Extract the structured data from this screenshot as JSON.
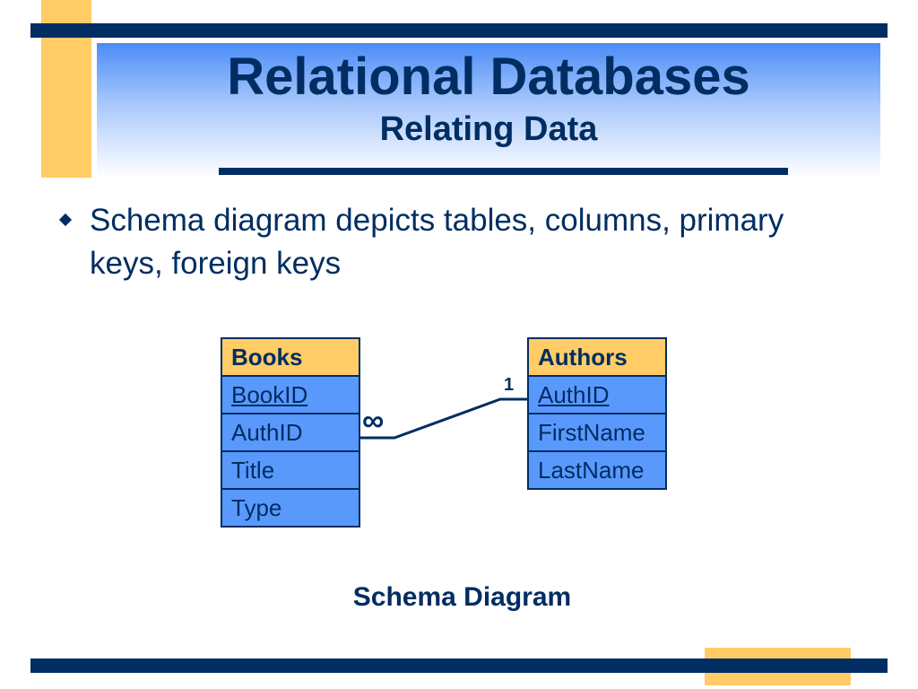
{
  "slide": {
    "title": "Relational Databases",
    "subtitle": "Relating Data",
    "bullet": "Schema diagram depicts tables, columns, primary keys, foreign keys",
    "caption": "Schema Diagram"
  },
  "schema": {
    "tables": [
      {
        "name": "Books",
        "columns": [
          {
            "label": "BookID",
            "primary_key": true
          },
          {
            "label": "AuthID",
            "primary_key": false
          },
          {
            "label": "Title",
            "primary_key": false
          },
          {
            "label": "Type",
            "primary_key": false
          }
        ]
      },
      {
        "name": "Authors",
        "columns": [
          {
            "label": "AuthID",
            "primary_key": true
          },
          {
            "label": "FirstName",
            "primary_key": false
          },
          {
            "label": "LastName",
            "primary_key": false
          }
        ]
      }
    ],
    "relationship": {
      "from": "Books.AuthID",
      "to": "Authors.AuthID",
      "from_cardinality": "∞",
      "to_cardinality": "1"
    }
  },
  "colors": {
    "navy": "#002d62",
    "gold": "#ffcc66",
    "table_blue": "#5a99fc",
    "title_gradient_top": "#4b8cf7"
  },
  "icons": {
    "bullet": "diamond-bullet-icon"
  }
}
